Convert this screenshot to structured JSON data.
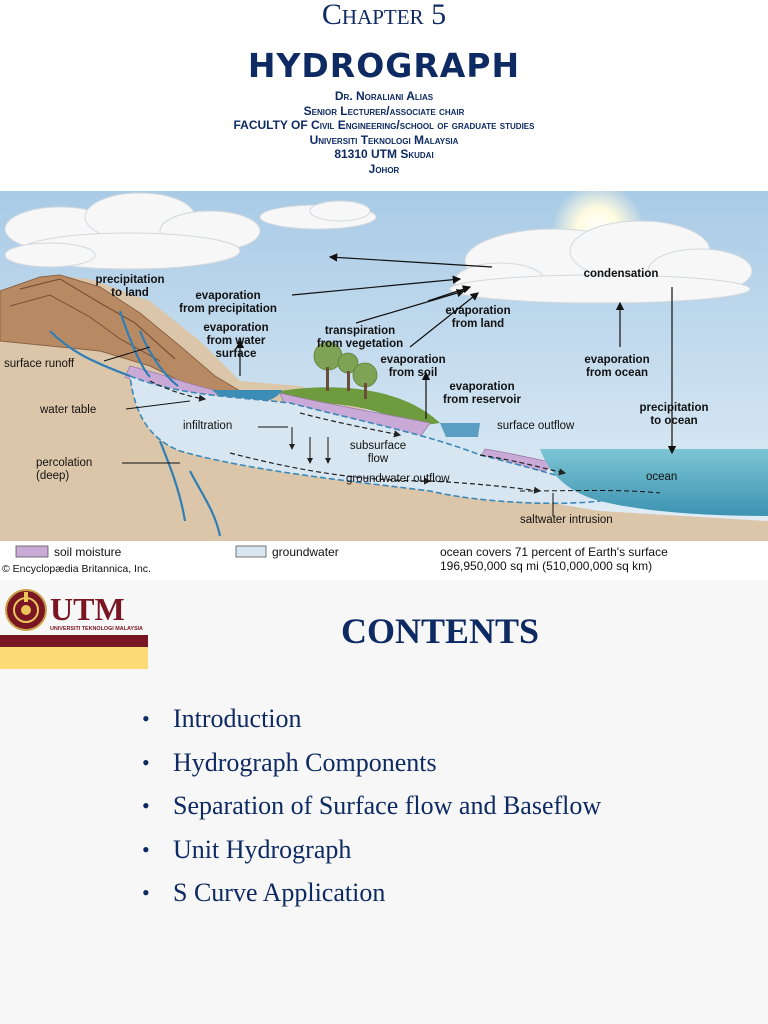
{
  "slide1": {
    "chapter": "Chapter 5",
    "title": "HYDROGRAPH",
    "author_lines": [
      "Dr. Noraliani Alias",
      "Senior Lecturer/associate chair",
      "FACULTY OF  Civil Engineering/school of graduate studies",
      "Universiti Teknologi Malaysia",
      "81310 UTM Skudai",
      "Johor"
    ]
  },
  "diagram": {
    "labels": {
      "precipitation_to_land": [
        "precipitation",
        "to land"
      ],
      "evap_precip": [
        "evaporation",
        "from precipitation"
      ],
      "evap_water": [
        "evaporation",
        "from water",
        "surface"
      ],
      "transpiration": [
        "transpiration",
        "from vegetation"
      ],
      "evap_land": [
        "evaporation",
        "from land"
      ],
      "evap_soil": [
        "evaporation",
        "from soil"
      ],
      "evap_reservoir": [
        "evaporation",
        "from reservoir"
      ],
      "condensation": "condensation",
      "evap_ocean": [
        "evaporation",
        "from ocean"
      ],
      "precip_ocean": [
        "precipitation",
        "to ocean"
      ],
      "surface_runoff": "surface runoff",
      "water_table": "water table",
      "infiltration": "infiltration",
      "subsurface_flow": [
        "subsurface",
        "flow"
      ],
      "surface_outflow": "surface outflow",
      "percolation": [
        "percolation",
        "(deep)"
      ],
      "groundwater_outflow": "groundwater  outflow",
      "ocean": "ocean",
      "saltwater_intrusion": "saltwater intrusion"
    },
    "legend": {
      "soil_moisture": "soil moisture",
      "groundwater": "groundwater",
      "ocean_note": [
        "ocean covers 71 percent of Earth's surface",
        "196,950,000 sq mi (510,000,000 sq km)"
      ]
    },
    "credit": "© Encyclopædia Britannica, Inc.",
    "colors": {
      "sky": "#bcd6ea",
      "land": "#ddc7ab",
      "soil_moisture": "#c9a9d6",
      "groundwater": "#d8e6f1",
      "ocean": "#69b6c8",
      "river": "#2f7fb5"
    }
  },
  "slide2": {
    "logo": {
      "name": "UTM",
      "subtitle": "UNIVERSITI TEKNOLOGI MALAYSIA",
      "colors": {
        "maroon": "#7a1523",
        "gold": "#fcdb77"
      }
    },
    "title": "CONTENTS",
    "items": [
      "Introduction",
      "Hydrograph Components",
      "Separation of Surface flow and Baseflow",
      "Unit Hydrograph",
      "S Curve Application"
    ]
  }
}
